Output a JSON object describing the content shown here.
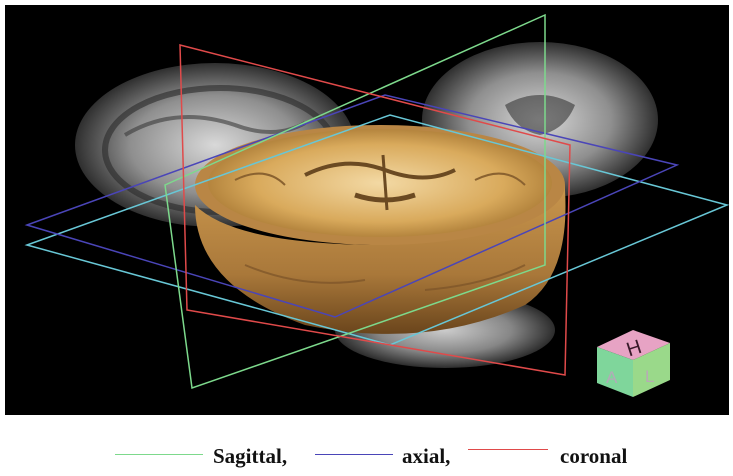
{
  "viewport": {
    "background": "#000000",
    "planes": [
      {
        "name": "Sagittal",
        "color": "#7dd98c"
      },
      {
        "name": "axial",
        "color": "#4a45b8"
      },
      {
        "name": "coronal",
        "color": "#e04a4a"
      }
    ],
    "extra_plane_color": "#68c7d6",
    "orientation_cube": {
      "face_colors": [
        "#e7a3c4",
        "#7fd69b",
        "#9ad98a"
      ],
      "letters": [
        "H",
        "A",
        "L"
      ]
    }
  },
  "legend": {
    "items": [
      {
        "label": "Sagittal,",
        "color": "#7dd98c"
      },
      {
        "label": "axial,",
        "color": "#4a45b8"
      },
      {
        "label": "coronal",
        "color": "#e04a4a"
      }
    ]
  }
}
